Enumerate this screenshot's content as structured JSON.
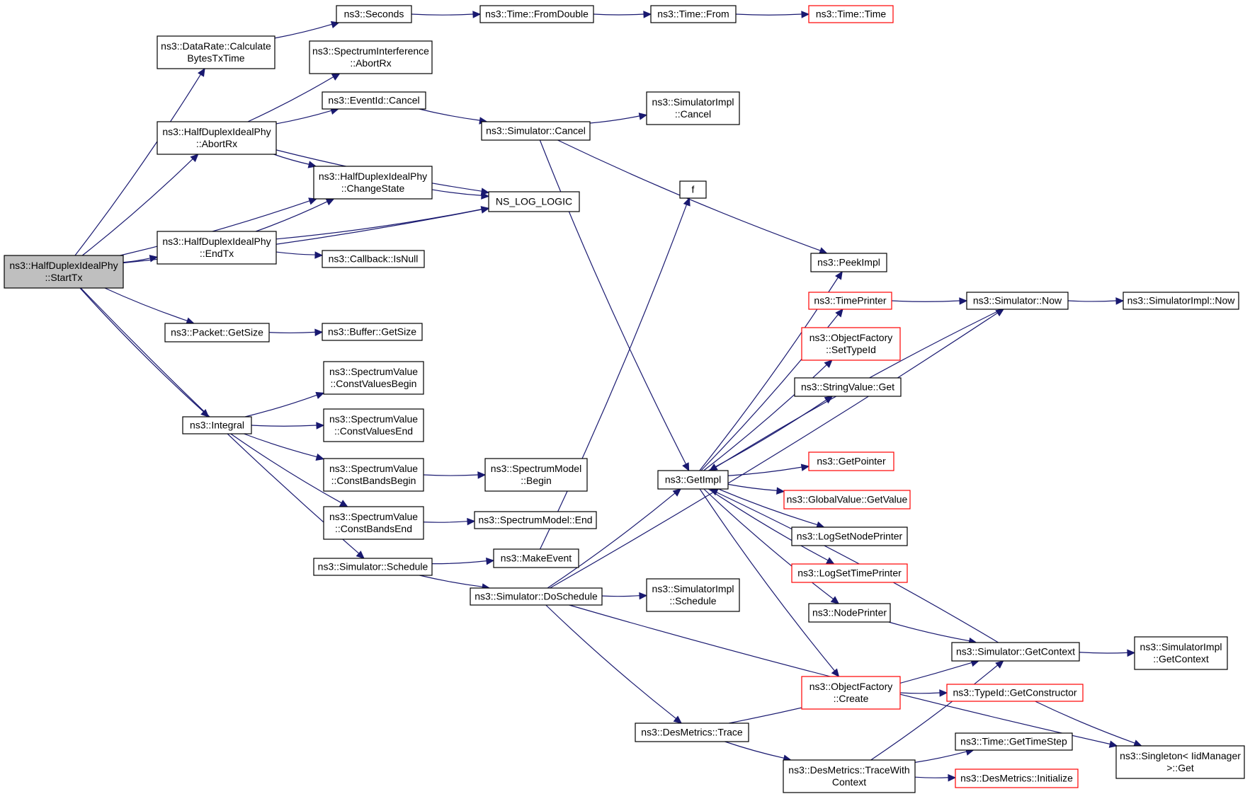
{
  "colors": {
    "edge": "#191970",
    "node_border": "#000000",
    "node_border_incomplete": "#ff0000",
    "root_fill": "#bfbfbf",
    "node_fill": "#ffffff"
  },
  "nodes": [
    {
      "id": "n1",
      "lines": [
        "ns3::HalfDuplexIdealPhy",
        "::StartTx"
      ],
      "root": true
    },
    {
      "id": "n2",
      "lines": [
        "ns3::DataRate::Calculate",
        "BytesTxTime"
      ]
    },
    {
      "id": "n3",
      "lines": [
        "ns3::Seconds"
      ]
    },
    {
      "id": "n4",
      "lines": [
        "ns3::Time::FromDouble"
      ]
    },
    {
      "id": "n5",
      "lines": [
        "ns3::Time::From"
      ]
    },
    {
      "id": "n6",
      "lines": [
        "ns3::Time::Time"
      ],
      "red": true
    },
    {
      "id": "n7",
      "lines": [
        "ns3::HalfDuplexIdealPhy",
        "::AbortRx"
      ]
    },
    {
      "id": "n8",
      "lines": [
        "ns3::SpectrumInterference",
        "::AbortRx"
      ]
    },
    {
      "id": "n9",
      "lines": [
        "ns3::EventId::Cancel"
      ]
    },
    {
      "id": "n10",
      "lines": [
        "ns3::Simulator::Cancel"
      ]
    },
    {
      "id": "n11",
      "lines": [
        "ns3::SimulatorImpl",
        "::Cancel"
      ]
    },
    {
      "id": "n12",
      "lines": [
        "ns3::HalfDuplexIdealPhy",
        "::ChangeState"
      ]
    },
    {
      "id": "n13",
      "lines": [
        "NS_LOG_LOGIC"
      ]
    },
    {
      "id": "n14",
      "lines": [
        "f"
      ]
    },
    {
      "id": "n15",
      "lines": [
        "ns3::HalfDuplexIdealPhy",
        "::EndTx"
      ]
    },
    {
      "id": "n16",
      "lines": [
        "ns3::Callback::IsNull"
      ]
    },
    {
      "id": "n17",
      "lines": [
        "ns3::PeekImpl"
      ]
    },
    {
      "id": "n18",
      "lines": [
        "ns3::TimePrinter"
      ],
      "red": true
    },
    {
      "id": "n19",
      "lines": [
        "ns3::Simulator::Now"
      ]
    },
    {
      "id": "n20",
      "lines": [
        "ns3::SimulatorImpl::Now"
      ]
    },
    {
      "id": "n21",
      "lines": [
        "ns3::Packet::GetSize"
      ]
    },
    {
      "id": "n22",
      "lines": [
        "ns3::Buffer::GetSize"
      ]
    },
    {
      "id": "n23",
      "lines": [
        "ns3::ObjectFactory",
        "::SetTypeId"
      ],
      "red": true
    },
    {
      "id": "n24",
      "lines": [
        "ns3::SpectrumValue",
        "::ConstValuesBegin"
      ]
    },
    {
      "id": "n25",
      "lines": [
        "ns3::StringValue::Get"
      ]
    },
    {
      "id": "n26",
      "lines": [
        "ns3::Integral"
      ]
    },
    {
      "id": "n27",
      "lines": [
        "ns3::SpectrumValue",
        "::ConstValuesEnd"
      ]
    },
    {
      "id": "n28",
      "lines": [
        "ns3::SpectrumValue",
        "::ConstBandsBegin"
      ]
    },
    {
      "id": "n29",
      "lines": [
        "ns3::SpectrumModel",
        "::Begin"
      ]
    },
    {
      "id": "n30",
      "lines": [
        "ns3::GetPointer"
      ],
      "red": true
    },
    {
      "id": "n31",
      "lines": [
        "ns3::GetImpl"
      ]
    },
    {
      "id": "n32",
      "lines": [
        "ns3::GlobalValue::GetValue"
      ],
      "red": true
    },
    {
      "id": "n33",
      "lines": [
        "ns3::SpectrumValue",
        "::ConstBandsEnd"
      ]
    },
    {
      "id": "n34",
      "lines": [
        "ns3::SpectrumModel::End"
      ]
    },
    {
      "id": "n35",
      "lines": [
        "ns3::LogSetNodePrinter"
      ]
    },
    {
      "id": "n36",
      "lines": [
        "ns3::MakeEvent"
      ]
    },
    {
      "id": "n37",
      "lines": [
        "ns3::Simulator::Schedule"
      ]
    },
    {
      "id": "n38",
      "lines": [
        "ns3::LogSetTimePrinter"
      ],
      "red": true
    },
    {
      "id": "n39",
      "lines": [
        "ns3::Simulator::DoSchedule"
      ]
    },
    {
      "id": "n40",
      "lines": [
        "ns3::SimulatorImpl",
        "::Schedule"
      ]
    },
    {
      "id": "n41",
      "lines": [
        "ns3::NodePrinter"
      ]
    },
    {
      "id": "n42",
      "lines": [
        "ns3::Simulator::GetContext"
      ]
    },
    {
      "id": "n43",
      "lines": [
        "ns3::SimulatorImpl",
        "::GetContext"
      ]
    },
    {
      "id": "n44",
      "lines": [
        "ns3::ObjectFactory",
        "::Create"
      ],
      "red": true
    },
    {
      "id": "n45",
      "lines": [
        "ns3::TypeId::GetConstructor"
      ],
      "red": true
    },
    {
      "id": "n46",
      "lines": [
        "ns3::DesMetrics::Trace"
      ]
    },
    {
      "id": "n47",
      "lines": [
        "ns3::Time::GetTimeStep"
      ]
    },
    {
      "id": "n48",
      "lines": [
        "ns3::Singleton< IidManager",
        " >::Get"
      ]
    },
    {
      "id": "n49",
      "lines": [
        "ns3::DesMetrics::TraceWith",
        "Context"
      ]
    },
    {
      "id": "n50",
      "lines": [
        "ns3::DesMetrics::Initialize"
      ],
      "red": true
    }
  ],
  "edges": [
    [
      "n1",
      "n2"
    ],
    [
      "n1",
      "n7"
    ],
    [
      "n1",
      "n12"
    ],
    [
      "n1",
      "n13"
    ],
    [
      "n1",
      "n15"
    ],
    [
      "n1",
      "n21"
    ],
    [
      "n1",
      "n26"
    ],
    [
      "n1",
      "n37"
    ],
    [
      "n2",
      "n3"
    ],
    [
      "n3",
      "n4"
    ],
    [
      "n4",
      "n5"
    ],
    [
      "n5",
      "n6"
    ],
    [
      "n7",
      "n8"
    ],
    [
      "n7",
      "n9"
    ],
    [
      "n7",
      "n12"
    ],
    [
      "n7",
      "n13"
    ],
    [
      "n9",
      "n10"
    ],
    [
      "n10",
      "n11"
    ],
    [
      "n10",
      "n17"
    ],
    [
      "n10",
      "n31"
    ],
    [
      "n12",
      "n13"
    ],
    [
      "n15",
      "n12"
    ],
    [
      "n15",
      "n13"
    ],
    [
      "n15",
      "n16"
    ],
    [
      "n21",
      "n22"
    ],
    [
      "n26",
      "n24"
    ],
    [
      "n26",
      "n27"
    ],
    [
      "n26",
      "n28"
    ],
    [
      "n26",
      "n33"
    ],
    [
      "n28",
      "n29"
    ],
    [
      "n33",
      "n34"
    ],
    [
      "n37",
      "n36"
    ],
    [
      "n37",
      "n39"
    ],
    [
      "n36",
      "n14"
    ],
    [
      "n39",
      "n19"
    ],
    [
      "n39",
      "n31"
    ],
    [
      "n39",
      "n40"
    ],
    [
      "n39",
      "n46"
    ],
    [
      "n39",
      "n48"
    ],
    [
      "n31",
      "n17"
    ],
    [
      "n31",
      "n18"
    ],
    [
      "n31",
      "n23"
    ],
    [
      "n31",
      "n25"
    ],
    [
      "n31",
      "n30"
    ],
    [
      "n31",
      "n32"
    ],
    [
      "n31",
      "n35"
    ],
    [
      "n31",
      "n38"
    ],
    [
      "n31",
      "n41"
    ],
    [
      "n31",
      "n44"
    ],
    [
      "n18",
      "n19"
    ],
    [
      "n19",
      "n20"
    ],
    [
      "n19",
      "n31"
    ],
    [
      "n41",
      "n42"
    ],
    [
      "n42",
      "n31"
    ],
    [
      "n42",
      "n43"
    ],
    [
      "n44",
      "n45"
    ],
    [
      "n45",
      "n48"
    ],
    [
      "n46",
      "n42"
    ],
    [
      "n46",
      "n49"
    ],
    [
      "n49",
      "n42"
    ],
    [
      "n49",
      "n47"
    ],
    [
      "n49",
      "n50"
    ]
  ]
}
